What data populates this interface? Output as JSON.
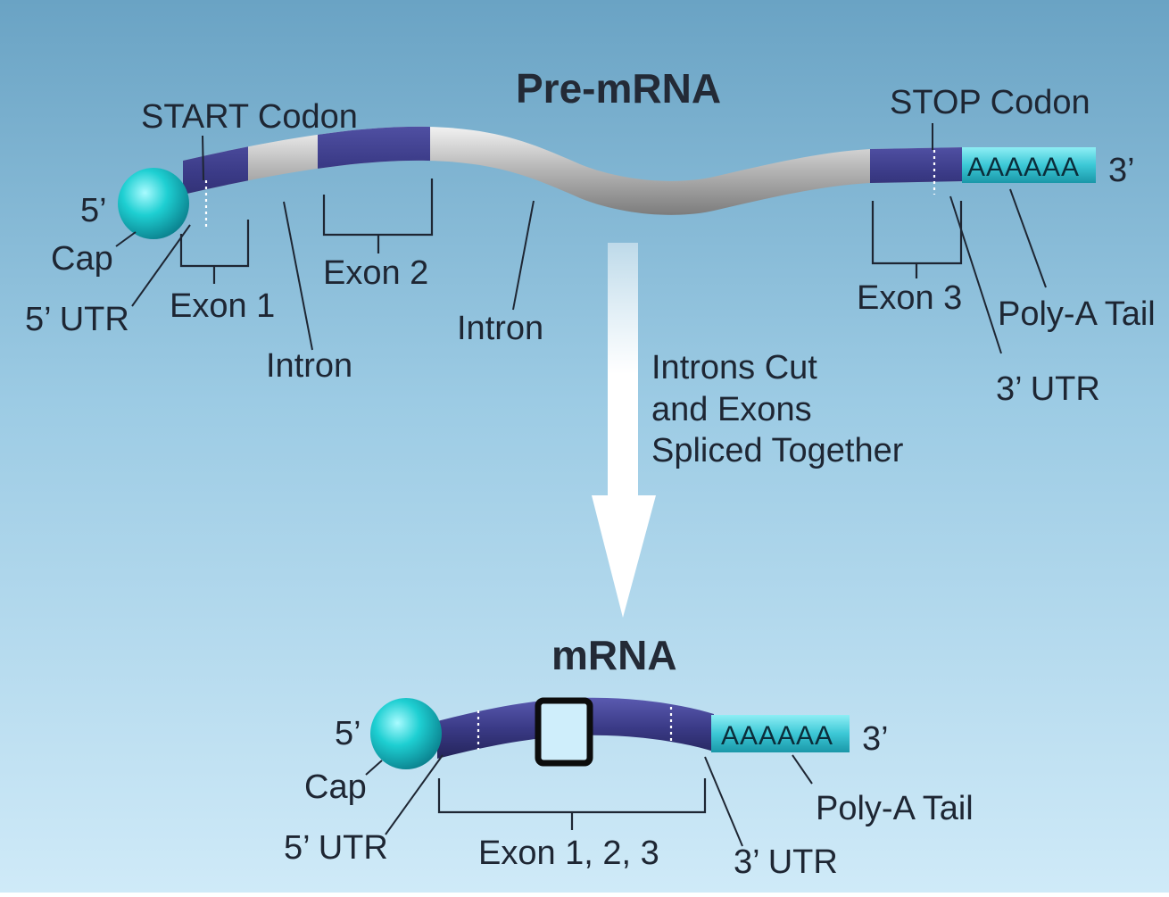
{
  "pre_mrna": {
    "title": "Pre-mRNA",
    "start_codon": "START Codon",
    "stop_codon": "STOP Codon",
    "five_prime": "5’",
    "cap": "Cap",
    "five_utr": "5’ UTR",
    "exon1": "Exon 1",
    "exon2": "Exon 2",
    "exon3": "Exon 3",
    "intron_1": "Intron",
    "intron_2": "Intron",
    "poly_a_seq": "AAAAAA",
    "three_prime": "3’",
    "poly_a_tail": "Poly-A Tail",
    "three_utr": "3’ UTR"
  },
  "process": {
    "line1": "Introns Cut",
    "line2": "and Exons",
    "line3": "Spliced Together"
  },
  "mrna": {
    "title": "mRNA",
    "five_prime": "5’",
    "cap": "Cap",
    "five_utr": "5’ UTR",
    "exons": "Exon 1, 2, 3",
    "poly_a_seq": "AAAAAA",
    "three_prime": "3’",
    "poly_a_tail": "Poly-A Tail",
    "three_utr": "3’ UTR"
  },
  "colors": {
    "background_top": "#6aa3c4",
    "background_bottom": "#cde9f8",
    "exon": "#3a3a86",
    "intron": "#bcbcbc",
    "cap": "#1ecfd2",
    "poly_a": "#3cc8d6"
  }
}
